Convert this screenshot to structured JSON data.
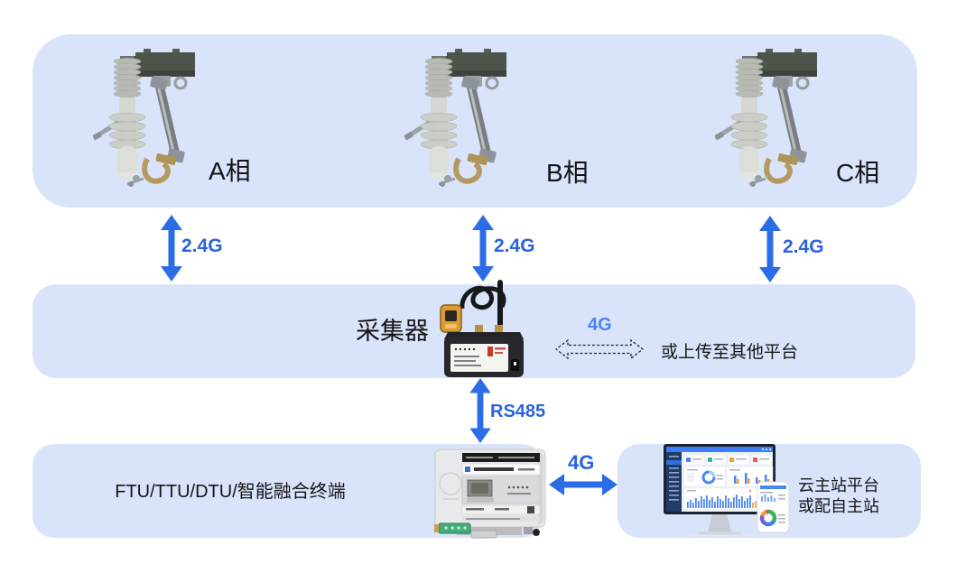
{
  "colors": {
    "page_bg": "#ffffff",
    "panel_bg": "#d9e4fb",
    "arrow_blue": "#2b6de6",
    "link_label_blue": "#2a63dd",
    "light_link_blue": "#4a86f2",
    "text_dark": "#141414"
  },
  "top_panel": {
    "phases": [
      {
        "label": "A相"
      },
      {
        "label": "B相"
      },
      {
        "label": "C相"
      }
    ]
  },
  "phase_links": [
    {
      "label": "2.4G"
    },
    {
      "label": "2.4G"
    },
    {
      "label": "2.4G"
    }
  ],
  "middle_panel": {
    "collector_label": "采集器",
    "alt_link_label": "4G",
    "alt_link_text": "或上传至其他平台"
  },
  "serial_link": {
    "label": "RS485"
  },
  "cloud_link": {
    "label": "4G"
  },
  "bottom_left_panel": {
    "label": "FTU/TTU/DTU/智能融合终端"
  },
  "bottom_right_panel": {
    "line1": "云主站平台",
    "line2": "或配自主站"
  },
  "images": {
    "phase_device": "drop-out-fuse-cutout",
    "collector_device": "wireless-collector-with-antenna",
    "terminal_device": "ftu-terminal-unit",
    "platform": "monitor-dashboard-and-phone"
  }
}
